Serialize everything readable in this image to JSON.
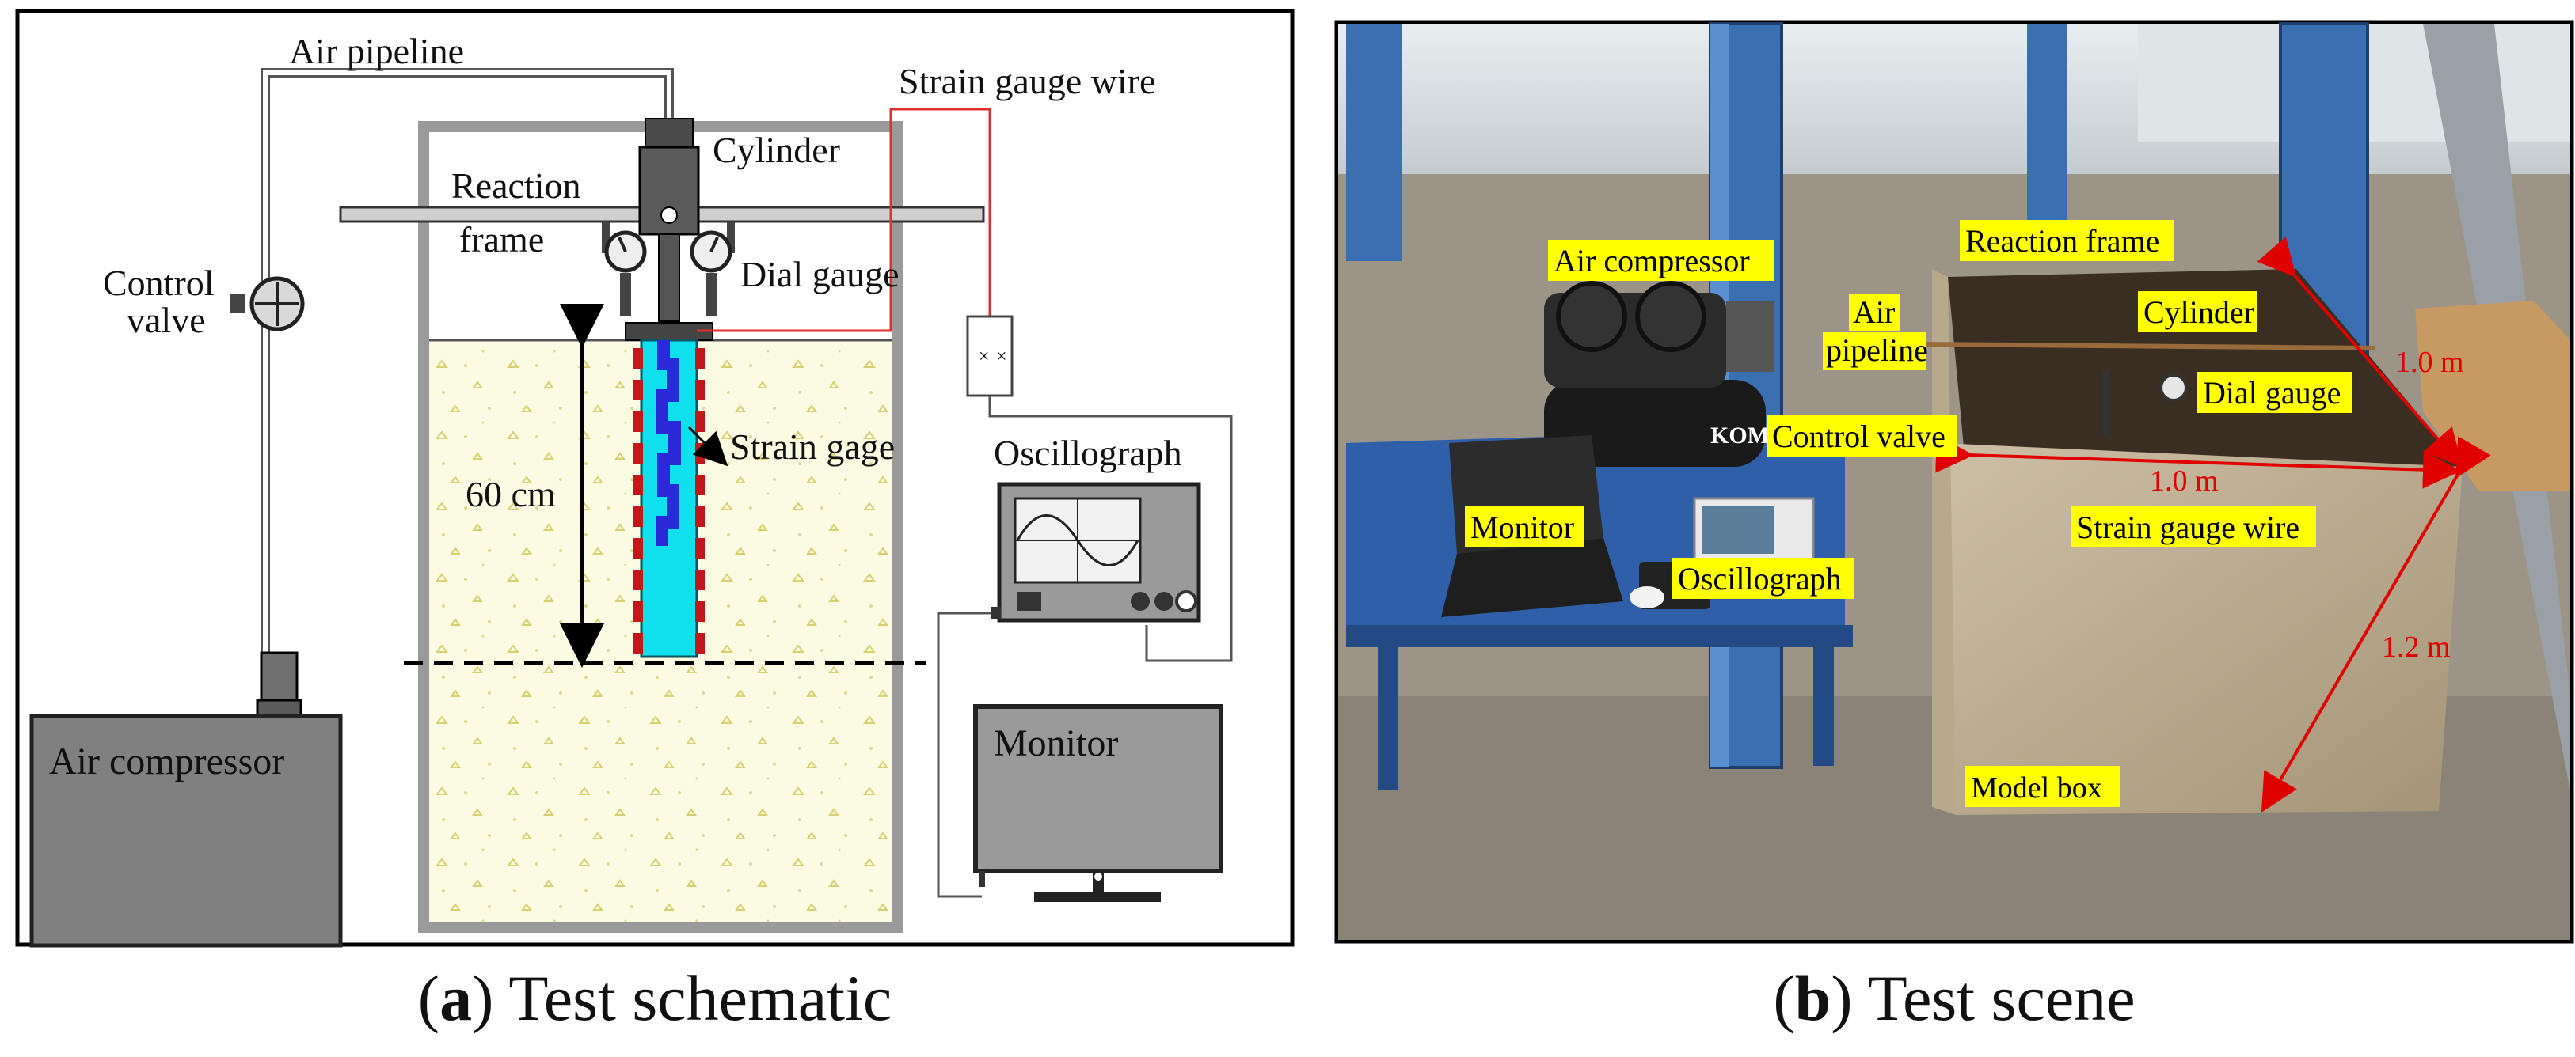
{
  "panel_a": {
    "letter": "a",
    "title": "Test schematic",
    "labels": {
      "air_pipeline": "Air pipeline",
      "strain_gauge_wire": "Strain gauge wire",
      "cylinder": "Cylinder",
      "reaction": "Reaction",
      "frame": "frame",
      "control": "Control",
      "valve": "valve",
      "dial_gauge": "Dial gauge",
      "strain_gage": "Strain gage",
      "oscillograph": "Oscillograph",
      "depth": "60 cm",
      "air_compressor": "Air compressor",
      "monitor": "Monitor"
    }
  },
  "panel_b": {
    "letter": "b",
    "title": "Test scene",
    "labels": {
      "reaction_frame": "Reaction frame",
      "air_compressor": "Air compressor",
      "cylinder": "Cylinder",
      "air": "Air",
      "pipeline": "pipeline",
      "dial_gauge": "Dial gauge",
      "control_valve": "Control valve",
      "monitor": "Monitor",
      "strain_gauge_wire": "Strain gauge wire",
      "oscillograph": "Oscillograph",
      "model_box": "Model box",
      "brand": "KOMAX"
    },
    "dimensions": {
      "top_width": "1.0 m",
      "front_width": "1.0 m",
      "height": "1.2 m"
    }
  },
  "colors": {
    "frame": "#000000",
    "soil": "#fbfbe6",
    "pile": "#00e5f0",
    "gage_red": "#c0181b",
    "gage_blue": "#2a2ad8",
    "wire": "#e03030",
    "device_gray": "#7a7a7a",
    "label_bg": "#ffff00",
    "dim_red": "#e00000"
  }
}
